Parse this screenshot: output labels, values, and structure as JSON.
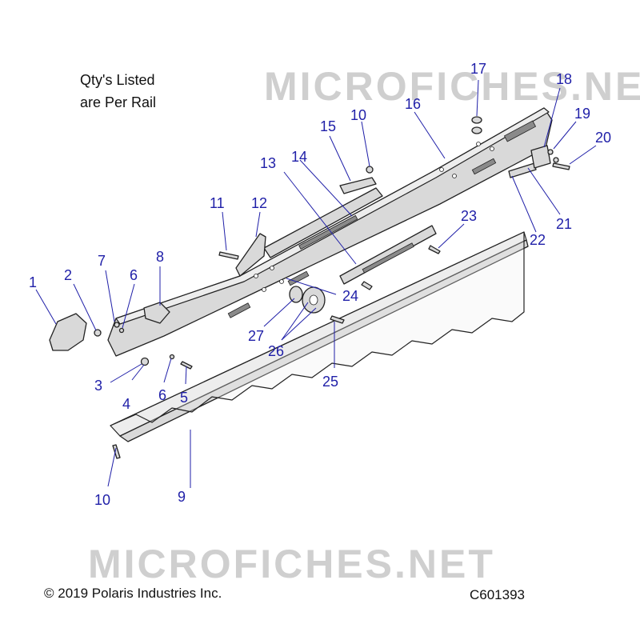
{
  "note": {
    "line1": "Qty's Listed",
    "line2": "are Per Rail"
  },
  "footer": {
    "copyright": "© 2019 Polaris Industries Inc.",
    "code": "C601393"
  },
  "watermark": {
    "text": "MICROFICHES.NET"
  },
  "callouts": [
    "1",
    "2",
    "3",
    "4",
    "5",
    "6",
    "6",
    "7",
    "8",
    "9",
    "10",
    "10",
    "11",
    "12",
    "13",
    "14",
    "15",
    "16",
    "17",
    "18",
    "19",
    "20",
    "21",
    "22",
    "23",
    "24",
    "25",
    "26",
    "27"
  ],
  "colors": {
    "callout": "#1f1fa8",
    "part_fill": "#d9d9d9",
    "watermark": "#cfcfcf"
  }
}
